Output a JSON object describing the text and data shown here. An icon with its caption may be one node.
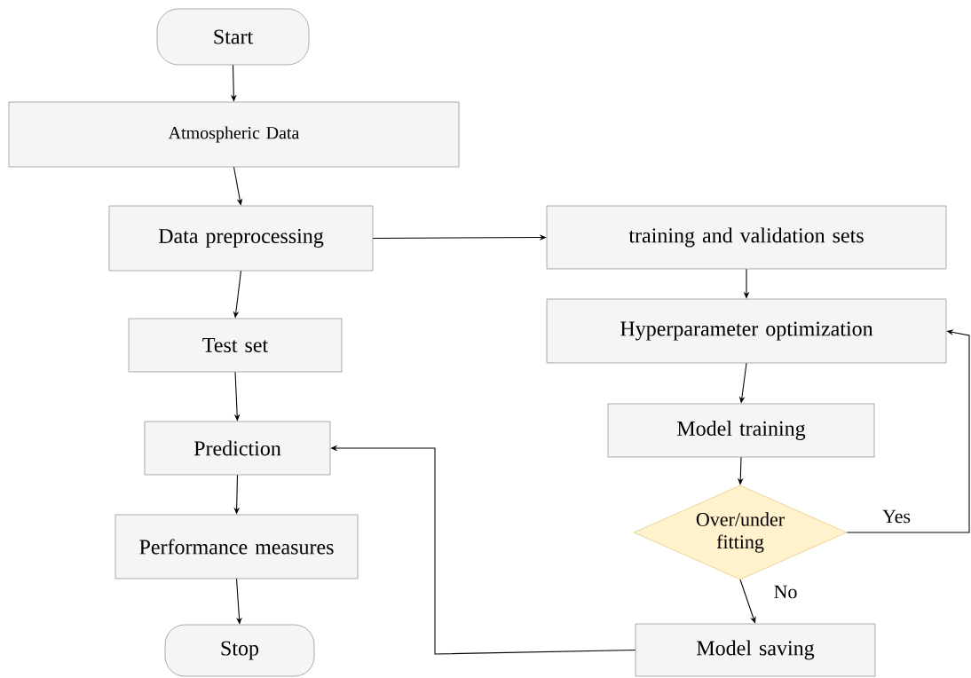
{
  "diagram": {
    "nodes": [
      {
        "text": [
          "Start"
        ]
      },
      {
        "text": [
          "Atmospheric Data"
        ]
      },
      {
        "text": [
          "Data preprocessing"
        ]
      },
      {
        "text": [
          "training and validation sets"
        ]
      },
      {
        "text": [
          "Hyperparameter optimization"
        ]
      },
      {
        "text": [
          "Test set"
        ]
      },
      {
        "text": [
          "Model training"
        ]
      },
      {
        "text": [
          "Prediction"
        ]
      },
      {
        "text": [
          "Over/under fitting"
        ]
      },
      {
        "text": [
          "Performance measures"
        ]
      },
      {
        "text": [
          "Model saving"
        ]
      },
      {
        "text": [
          "Stop"
        ]
      }
    ],
    "edges": [
      {
        "from": 0,
        "to": 1,
        "arrow": "to"
      },
      {
        "from": 1,
        "to": 2,
        "arrow": "to"
      },
      {
        "from": 2,
        "to": 3,
        "arrow": "to"
      },
      {
        "from": 3,
        "to": 4,
        "arrow": "to"
      },
      {
        "from": 2,
        "to": 5,
        "arrow": "to"
      },
      {
        "from": 5,
        "to": 7,
        "arrow": "to"
      },
      {
        "from": 7,
        "to": 9,
        "arrow": "to"
      },
      {
        "from": 9,
        "to": 11,
        "arrow": "to"
      },
      {
        "from": 4,
        "to": 6,
        "arrow": "to"
      },
      {
        "from": 6,
        "to": 8,
        "arrow": "to"
      },
      {
        "from": 8,
        "to": 10,
        "arrow": "to",
        "label": "No"
      },
      {
        "from": 8,
        "to": 4,
        "arrow": "to",
        "label": "Yes"
      },
      {
        "from": 10,
        "to": 7,
        "arrow": "to"
      }
    ]
  }
}
